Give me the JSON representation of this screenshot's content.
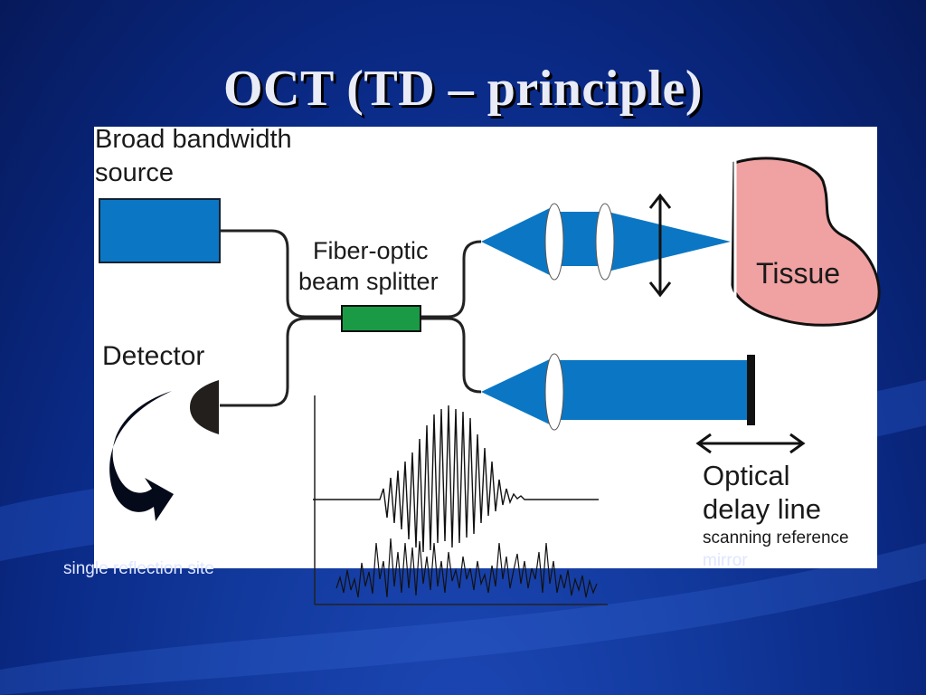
{
  "slide": {
    "title": "OCT (TD – principle)",
    "caption": "single reflection site"
  },
  "diagram": {
    "source_label_line1": "Broad bandwidth",
    "source_label_line2": "source",
    "splitter_label_line1": "Fiber-optic",
    "splitter_label_line2": "beam splitter",
    "detector_label": "Detector",
    "tissue_label": "Tissue",
    "delay_label_line1": "Optical",
    "delay_label_line2": "delay line",
    "mirror_label_line1": "scanning reference",
    "mirror_label_line2": "mirror"
  },
  "colors": {
    "optic_blue": "#0b77c4",
    "splitter_green": "#1a9a45",
    "tissue_pink": "#f0a1a1",
    "detector_dark": "#231f1c"
  }
}
